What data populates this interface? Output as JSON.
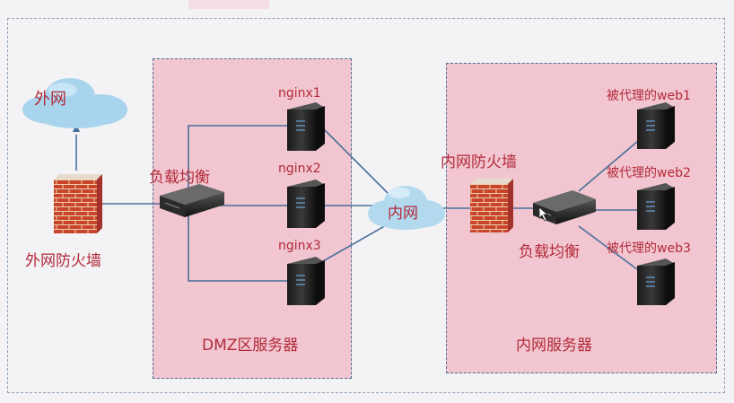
{
  "zones": {
    "dmz_label": "DMZ区服务器",
    "internal_label": "内网服务器"
  },
  "nodes": {
    "internet": "外网",
    "external_firewall": "外网防火墙",
    "dmz_load_balancer": "负载均衡",
    "nginx1": "nginx1",
    "nginx2": "nginx2",
    "nginx3": "nginx3",
    "intranet": "内网",
    "internal_firewall": "内网防火墙",
    "internal_load_balancer": "负载均衡",
    "web1": "被代理的web1",
    "web2": "被代理的web2",
    "web3": "被代理的web3"
  },
  "colors": {
    "label_text": "#b22a3a",
    "zone_fill": "#f2c6d0",
    "zone_border": "#4d6f96",
    "link_line": "#4a6f9a",
    "cloud_fill": "#a8d4ee",
    "firewall_brick": "#c8452a"
  }
}
